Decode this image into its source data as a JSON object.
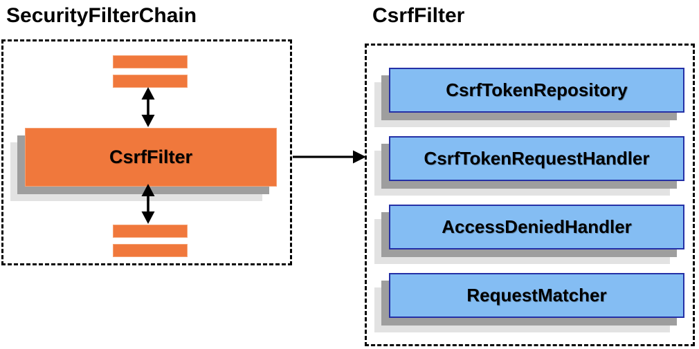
{
  "colors": {
    "orange": "#F0783C",
    "orange-border": "#F5A173",
    "blue": "#84BDF3",
    "blue-border": "#2430A6",
    "shadow-dark": "#9E9E9E",
    "shadow-light": "#E2E2E2",
    "arrow": "#000000"
  },
  "left_panel": {
    "title": "SecurityFilterChain",
    "filter_box_label": "CsrfFilter"
  },
  "right_panel": {
    "title": "CsrfFilter",
    "components": [
      "CsrfTokenRepository",
      "CsrfTokenRequestHandler",
      "AccessDeniedHandler",
      "RequestMatcher"
    ]
  }
}
